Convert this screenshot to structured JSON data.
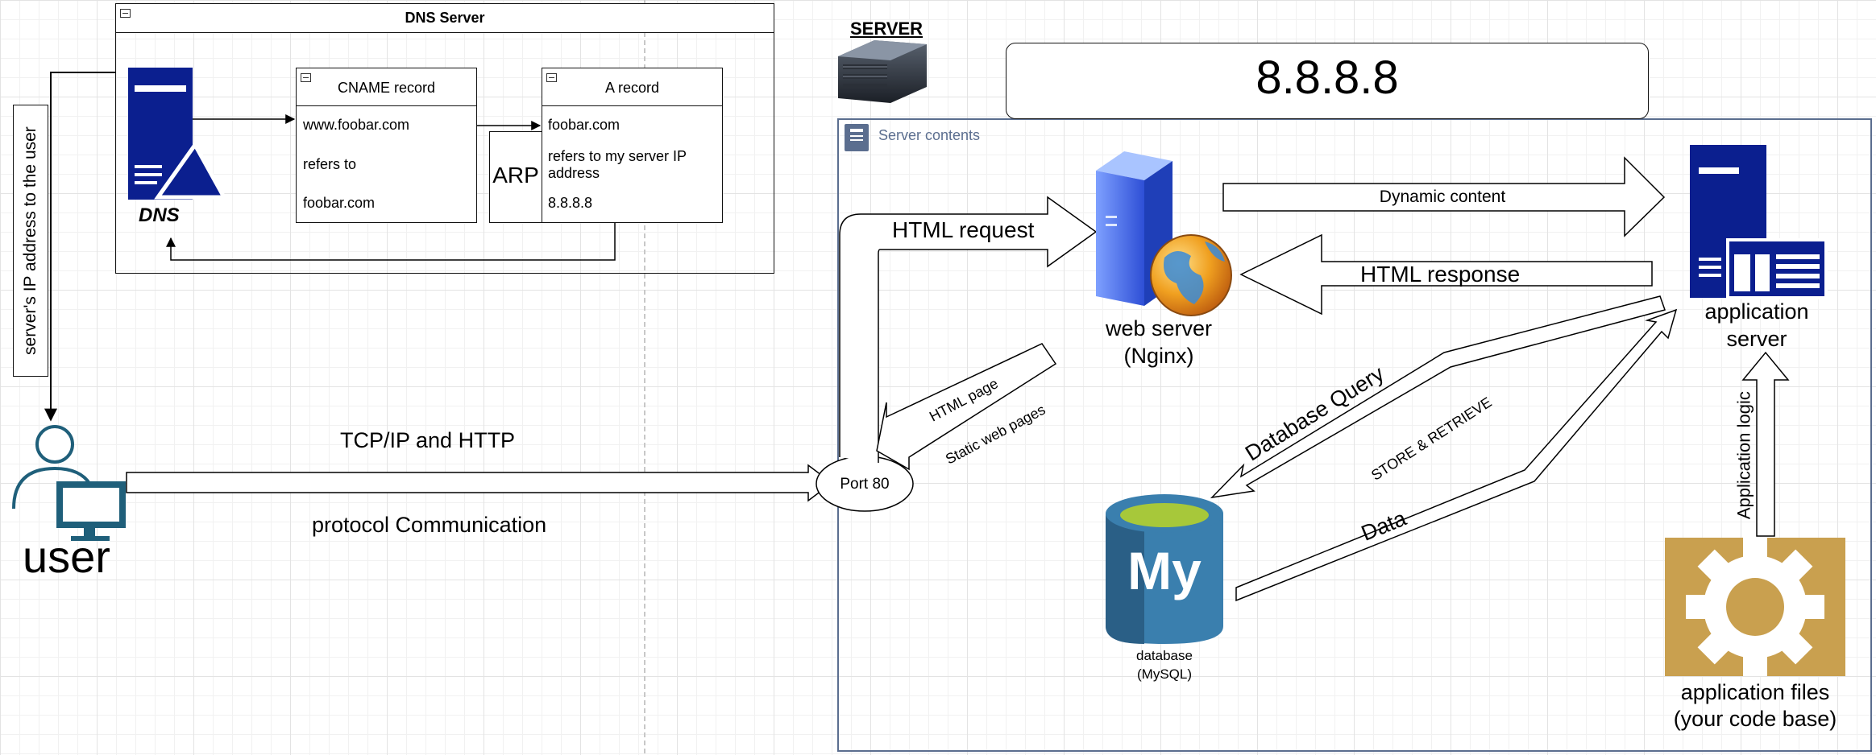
{
  "dns_server": {
    "title": "DNS Server",
    "dns_icon_label": "DNS",
    "cname": {
      "title": "CNAME record",
      "rows": [
        "www.foobar.com",
        "refers to",
        "foobar.com"
      ]
    },
    "a_record": {
      "title": "A record",
      "rows": [
        "foobar.com",
        "refers to my server IP address",
        "8.8.8.8"
      ]
    },
    "arp_label": "ARP"
  },
  "server": {
    "title": "SERVER",
    "ip": "8.8.8.8",
    "contents_label": "Server contents"
  },
  "user": {
    "label": "user",
    "return_edge_label": "server's IP address to the user"
  },
  "connection": {
    "line1": "TCP/IP and HTTP",
    "line2": "protocol Communication"
  },
  "port": {
    "label": "Port 80"
  },
  "arrows": {
    "html_request": "HTML request",
    "html_page": "HTML page",
    "static_pages": "Static web pages",
    "dynamic_content": "Dynamic content",
    "html_response": "HTML response",
    "database_query": "Database Query",
    "store_retrieve": "STORE & RETRIEVE",
    "data": "Data",
    "application_logic": "Application logic"
  },
  "nodes": {
    "web_server": [
      "web server",
      "(Nginx)"
    ],
    "application_server": [
      "application",
      "server"
    ],
    "database": [
      "database",
      "(MySQL)"
    ],
    "database_logo": "My",
    "application_files": [
      "application files",
      "(your code base)"
    ]
  },
  "colors": {
    "navy": "#0b1f8f",
    "mysql_blue": "#2f6690",
    "mysql_top": "#a7c83a",
    "gold": "#c9a04f",
    "user_blue": "#1f5f7a",
    "frame_blue": "#5b6e8f"
  },
  "icons": [
    "server-rack-icon",
    "dns-server-icon",
    "web-server-globe-icon",
    "application-server-icon",
    "mysql-database-icon",
    "gear-icon",
    "user-computer-icon"
  ]
}
